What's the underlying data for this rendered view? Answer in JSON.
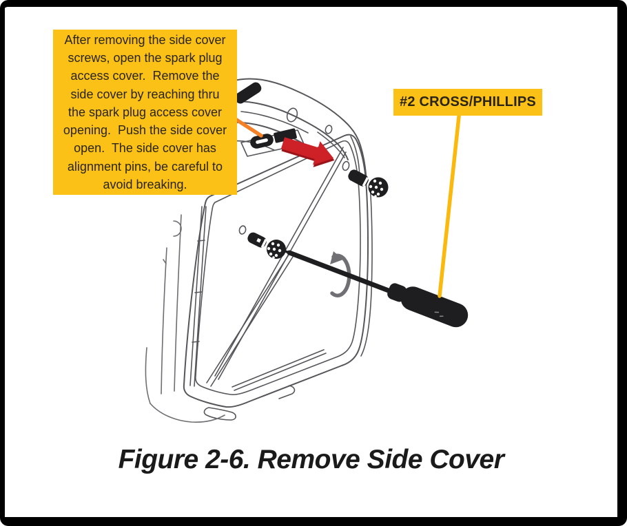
{
  "figure": {
    "callout_text": "After removing the side cover\nscrews, open the spark plug\naccess cover.  Remove the\nside cover by reaching thru\nthe spark plug access cover\nopening.  Push the side cover\nopen.  The side cover has\nalignment pins, be careful to\navoid breaking.",
    "tool_label": "#2 CROSS/PHILLIPS",
    "caption": "Figure 2-6. Remove Side Cover"
  },
  "icons": {
    "push_arrow": "solid red arrow pointing down-right (push side cover open)",
    "rotation_arrow": "gray counterclockwise C-shaped arrow (unscrew direction)",
    "screwdriver": "black screwdriver aimed at side cover screw",
    "thumbscrew": "black side cover screw with round knurled head",
    "leader_line_orange": "orange pointer line from callout to spark plug access cover",
    "leader_line_yellow": "yellow pointer line from tool label to screwdriver handle"
  },
  "colors": {
    "callout_bg": "#FBC116",
    "callout_text": "#2A2416",
    "leader_orange": "#F58126",
    "leader_yellow": "#FBB90E",
    "arrow_red": "#CE2027",
    "arrow_red_shadow": "#9A141A",
    "line_gray": "#55555A",
    "ink_dark": "#1E1E21",
    "caption_text": "#1A1A1A",
    "frame_border": "#000000",
    "canvas": "#FFFFFF"
  }
}
